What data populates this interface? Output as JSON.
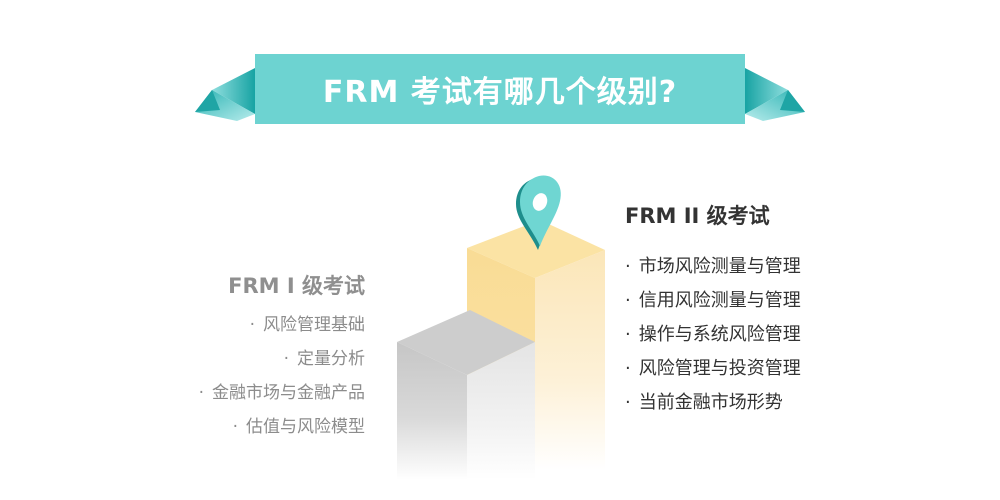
{
  "banner": {
    "title": "FRM 考试有哪几个级别?",
    "color": "#6dd3d1",
    "tail_dark": "#1fa5a5",
    "tail_light": "#8ddcdc"
  },
  "level1": {
    "heading": "FRM I 级考试",
    "bullet": "·",
    "items": [
      "风险管理基础",
      "定量分析",
      "金融市场与金融产品",
      "估值与风险模型"
    ]
  },
  "level2": {
    "heading": "FRM II 级考试",
    "bullet": "·",
    "items": [
      "市场风险测量与管理",
      "信用风险测量与管理",
      "操作与系统风险管理",
      "风险管理与投资管理",
      "当前金融市场形势"
    ]
  },
  "illustration": {
    "pin_color": "#4fc3c0",
    "pin_dark": "#1e8e8c",
    "gold_block": "#f9dc95",
    "gray_block": "#c8c8c8"
  }
}
